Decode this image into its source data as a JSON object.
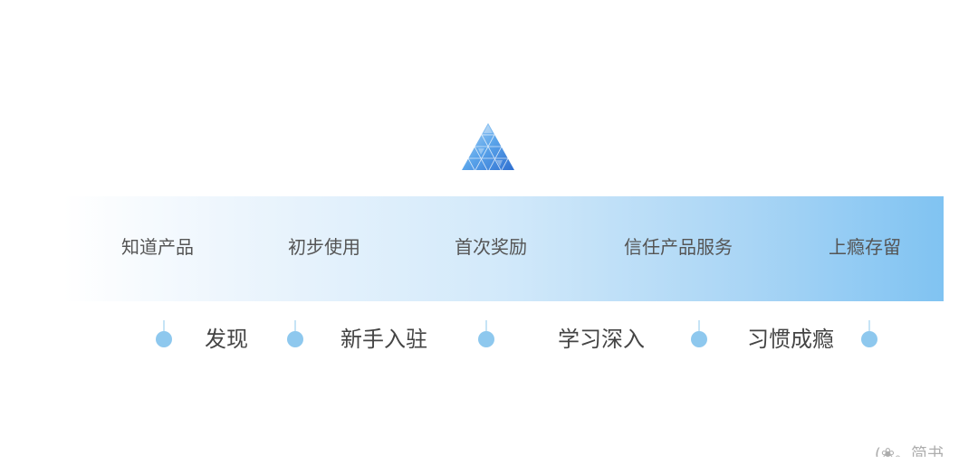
{
  "stages": [
    {
      "label": "知道产品"
    },
    {
      "label": "初步使用"
    },
    {
      "label": "首次奖励"
    },
    {
      "label": "信任产品服务"
    },
    {
      "label": "上瘾存留"
    }
  ],
  "phases": [
    {
      "label": "发现"
    },
    {
      "label": "新手入驻"
    },
    {
      "label": "学习深入"
    },
    {
      "label": "习惯成瘾"
    }
  ],
  "colors": {
    "band_start": "#ffffff",
    "band_end": "#80c3f2",
    "dot": "#8ec8ee",
    "stage_text": "#555555",
    "phase_text": "#444444"
  },
  "icons": {
    "top": "pyramid-icon"
  },
  "watermark": "(❀。简书"
}
